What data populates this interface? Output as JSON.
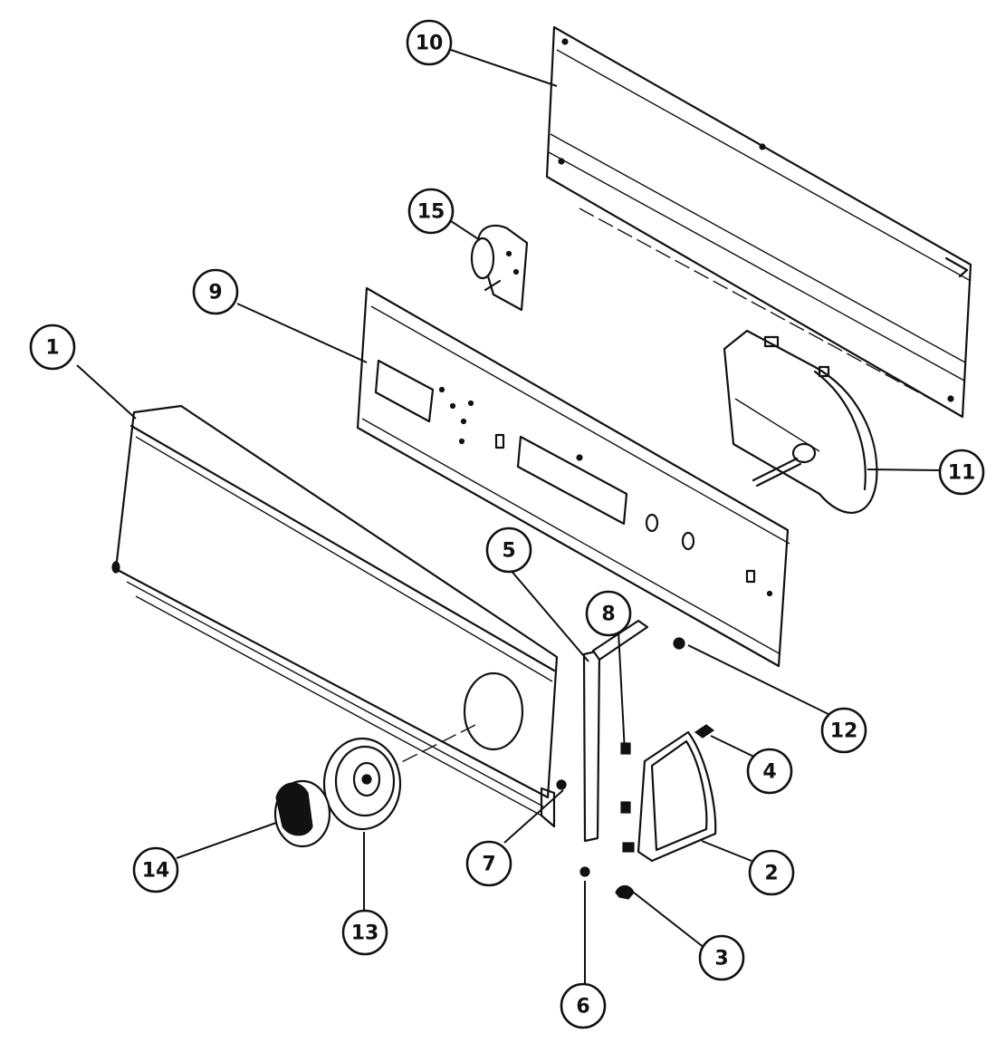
{
  "callouts": [
    {
      "id": "1",
      "label": "1"
    },
    {
      "id": "2",
      "label": "2"
    },
    {
      "id": "3",
      "label": "3"
    },
    {
      "id": "4",
      "label": "4"
    },
    {
      "id": "5",
      "label": "5"
    },
    {
      "id": "6",
      "label": "6"
    },
    {
      "id": "7",
      "label": "7"
    },
    {
      "id": "8",
      "label": "8"
    },
    {
      "id": "9",
      "label": "9"
    },
    {
      "id": "10",
      "label": "10"
    },
    {
      "id": "11",
      "label": "11"
    },
    {
      "id": "12",
      "label": "12"
    },
    {
      "id": "13",
      "label": "13"
    },
    {
      "id": "14",
      "label": "14"
    },
    {
      "id": "15",
      "label": "15"
    }
  ],
  "colors": {
    "line": "#111111",
    "background": "#ffffff"
  }
}
